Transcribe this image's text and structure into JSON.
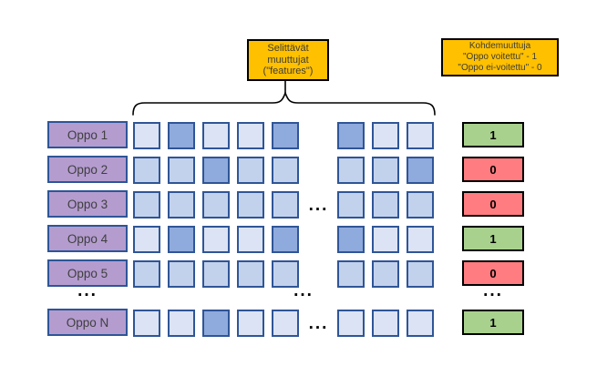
{
  "features_box": {
    "line1": "Selittävät",
    "line2": "muuttujat",
    "line3": "(\"features\")"
  },
  "target_box": {
    "line1": "Kohdemuuttuja",
    "line2": "\"Oppo voitettu\" - 1",
    "line3": "\"Oppo ei-voitettu\" - 0"
  },
  "ellipsis": "...",
  "colors": {
    "yellow": "#ffc000",
    "label_fill": "#b49ccf",
    "label_border": "#2e5597",
    "cell_border": "#2f5597",
    "cell_pale": "#dbe3f4",
    "cell_light": "#c3d2ec",
    "cell_mid": "#8faadc",
    "green": "#a9d18e",
    "red": "#ff7c80"
  },
  "rows": [
    {
      "type": "data",
      "label": "Oppo 1",
      "cells": [
        "pale",
        "mid",
        "pale",
        "pale",
        "mid",
        "mid",
        "pale",
        "pale"
      ],
      "mid_dots": false,
      "target": {
        "value": "1",
        "status": "positive"
      }
    },
    {
      "type": "data",
      "label": "Oppo 2",
      "cells": [
        "light",
        "light",
        "mid",
        "light",
        "light",
        "light",
        "light",
        "mid"
      ],
      "mid_dots": false,
      "target": {
        "value": "0",
        "status": "negative"
      }
    },
    {
      "type": "data",
      "label": "Oppo 3",
      "cells": [
        "light",
        "light",
        "light",
        "light",
        "light",
        "light",
        "light",
        "light"
      ],
      "mid_dots": true,
      "target": {
        "value": "0",
        "status": "negative"
      }
    },
    {
      "type": "data",
      "label": "Oppo 4",
      "cells": [
        "pale",
        "mid",
        "pale",
        "pale",
        "mid",
        "mid",
        "pale",
        "pale"
      ],
      "mid_dots": false,
      "target": {
        "value": "1",
        "status": "positive"
      }
    },
    {
      "type": "data",
      "label": "Oppo 5",
      "cells": [
        "light",
        "light",
        "light",
        "light",
        "light",
        "light",
        "light",
        "light"
      ],
      "mid_dots": false,
      "target": {
        "value": "0",
        "status": "negative"
      }
    },
    {
      "type": "ellipsis"
    },
    {
      "type": "data",
      "label": "Oppo N",
      "cells": [
        "pale",
        "pale",
        "mid",
        "pale",
        "pale",
        "pale",
        "pale",
        "pale"
      ],
      "mid_dots": true,
      "target": {
        "value": "1",
        "status": "positive"
      }
    }
  ]
}
